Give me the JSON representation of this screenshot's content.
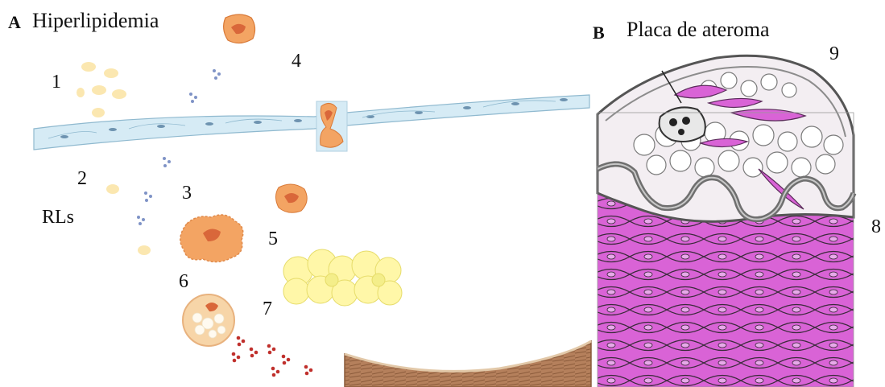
{
  "panel_a": {
    "letter": "A",
    "title": "Hiperlipidemia"
  },
  "panel_b": {
    "letter": "B",
    "title": "Placa de ateroma"
  },
  "labels": {
    "n1": "1",
    "n2": "2",
    "n3": "3",
    "n4": "4",
    "n5": "5",
    "n6": "6",
    "n7": "7",
    "n8": "8",
    "n9": "9",
    "rls": "RLs"
  },
  "colors": {
    "endothelium": "#d6ebf5",
    "macrophage": "#f3a463",
    "lipid": "#fbe7b0",
    "foam_cell": "#fff7a8",
    "ros": "#c0302c",
    "smooth_muscle": "#d963d6",
    "vessel_wall": "#b5805c"
  }
}
